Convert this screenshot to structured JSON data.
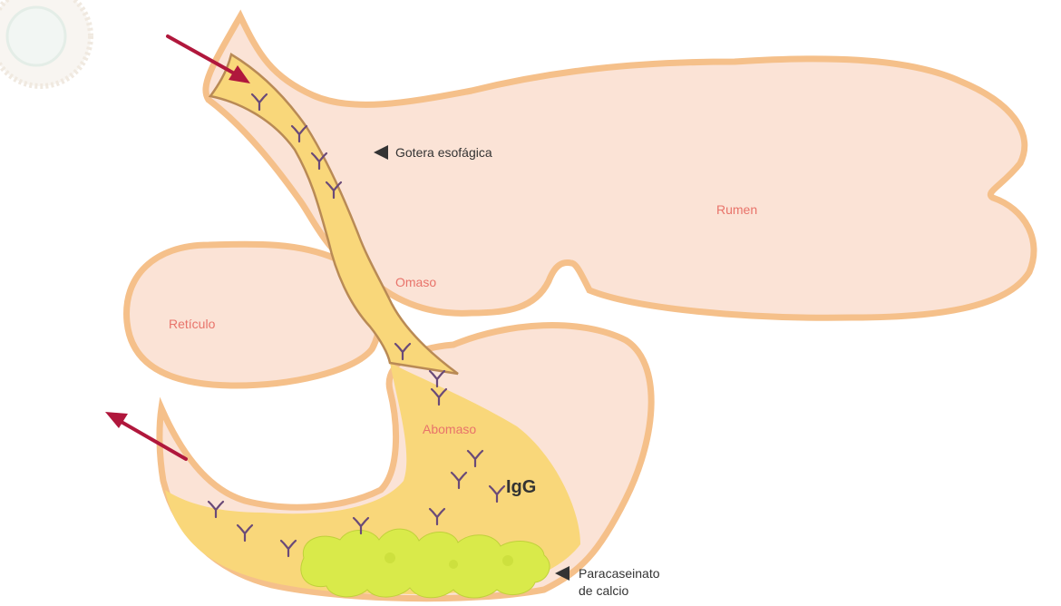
{
  "labels": {
    "rumen": "Rumen",
    "omaso": "Omaso",
    "reticulo": "Retículo",
    "abomaso": "Abomaso",
    "igg": "IgG",
    "gotera": "Gotera esofágica",
    "paracaseinato_line1": "Paracaseinato",
    "paracaseinato_line2": "de calcio"
  },
  "colors": {
    "organ_fill": "#fbe3d6",
    "organ_outline": "#f5c08a",
    "milk_fill": "#f9d77a",
    "groove_edge": "#b98a55",
    "antibody": "#6a4a78",
    "casein_clot": "#d9ea4a",
    "arrow": "#b0173c",
    "pointer": "#333333"
  },
  "icons": {
    "antibody": "y-shaped-antibody-icon",
    "arrow_in": "inflow-arrow-icon",
    "arrow_out": "outflow-arrow-icon",
    "pointer": "triangle-pointer-icon"
  }
}
